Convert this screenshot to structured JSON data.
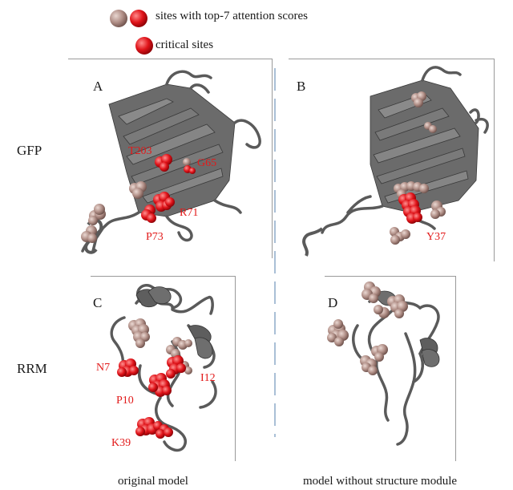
{
  "colors": {
    "critical": "#e0141a",
    "top7": "#b08e86",
    "ribbon": "#5a5a5a",
    "text_red": "#e21a1a"
  },
  "legend": {
    "top7_label": "sites with top-7 attention scores",
    "critical_label": "critical sites"
  },
  "rows": {
    "gfp": "GFP",
    "rrm": "RRM"
  },
  "panels": {
    "A": {
      "label": "A",
      "sites": [
        "T203",
        "G65",
        "R71",
        "P73"
      ]
    },
    "B": {
      "label": "B",
      "sites": [
        "Y37"
      ]
    },
    "C": {
      "label": "C",
      "sites": [
        "N7",
        "I12",
        "P10",
        "K39"
      ]
    },
    "D": {
      "label": "D",
      "sites": []
    }
  },
  "captions": {
    "left": "original model",
    "right": "model without structure module"
  }
}
